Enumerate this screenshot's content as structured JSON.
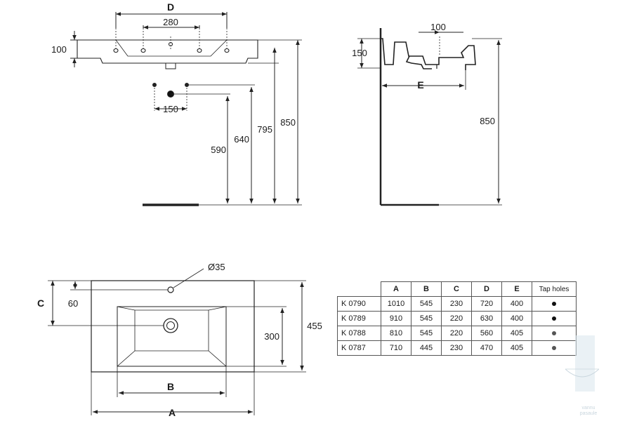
{
  "dims": {
    "front": {
      "D": "D",
      "d280": "280",
      "d100": "100",
      "d150": "150",
      "d590": "590",
      "d640": "640",
      "d795": "795",
      "d850": "850"
    },
    "side": {
      "d100": "100",
      "d150": "150",
      "E": "E",
      "d850": "850"
    },
    "plan": {
      "dia35": "Ø35",
      "C": "C",
      "d60": "60",
      "d300": "300",
      "d455": "455",
      "B": "B",
      "A": "A"
    }
  },
  "table": {
    "headers": [
      "A",
      "B",
      "C",
      "D",
      "E",
      "Tap holes"
    ],
    "rows": [
      {
        "code": "K 0790",
        "A": "1010",
        "B": "545",
        "C": "230",
        "D": "720",
        "E": "400"
      },
      {
        "code": "K 0789",
        "A": "910",
        "B": "545",
        "C": "220",
        "D": "630",
        "E": "400"
      },
      {
        "code": "K 0788",
        "A": "810",
        "B": "545",
        "C": "220",
        "D": "560",
        "E": "405"
      },
      {
        "code": "K 0787",
        "A": "710",
        "B": "445",
        "C": "230",
        "D": "470",
        "E": "405"
      }
    ],
    "tap_hole_colors": [
      "#111111",
      "#111111",
      "#555555",
      "#555555"
    ]
  },
  "watermark": {
    "line1": "vannu",
    "line2": "pasaule"
  },
  "colors": {
    "line": "#222222",
    "dim": "#333333",
    "watermark": "#c9d6de"
  }
}
